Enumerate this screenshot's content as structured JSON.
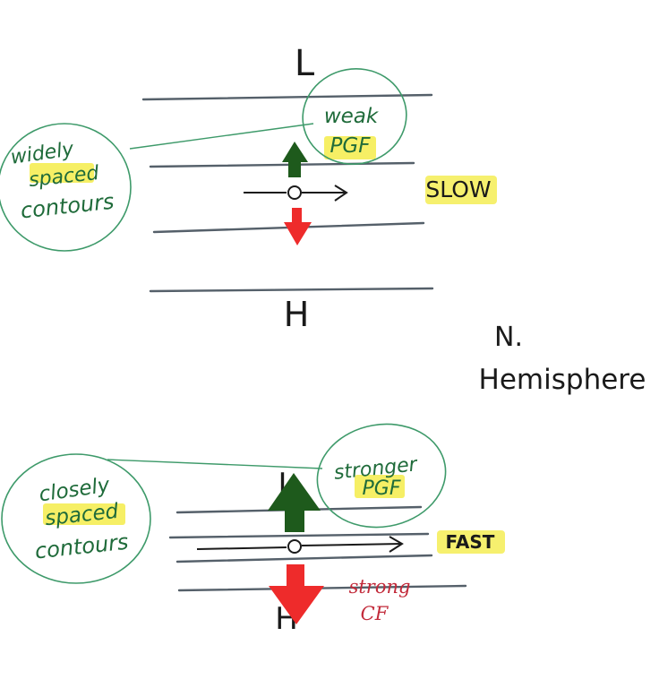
{
  "colors": {
    "contour": "#55606a",
    "ink": "#1a1a1a",
    "green_ink": "#1f6b3a",
    "green_arrow": "#1e5a1c",
    "red_arrow": "#ee2b2b",
    "red_ink": "#c22a3a",
    "highlight": "#f4ec4a",
    "circle": "#3e9a6a"
  },
  "top_diagram": {
    "low_label": "L",
    "high_label": "H",
    "pgf_label_line1": "weak",
    "pgf_label_line2": "PGF",
    "contour_note_line1": "widely",
    "contour_note_line2": "spaced",
    "contour_note_line3": "contours",
    "speed_label": "SLOW"
  },
  "bottom_diagram": {
    "low_label": "L",
    "high_label": "H",
    "pgf_label_line1": "stronger",
    "pgf_label_line2": "PGF",
    "cf_label_line1": "strong",
    "cf_label_line2": "CF",
    "contour_note_line1": "closely",
    "contour_note_line2": "spaced",
    "contour_note_line3": "contours",
    "speed_label": "FAST"
  },
  "hemisphere_label_line1": "N.",
  "hemisphere_label_line2": "Hemisphere",
  "icons": {
    "up_arrow": "pressure-gradient-force-arrow-icon",
    "down_arrow": "coriolis-force-arrow-icon",
    "wind_arrow": "wind-direction-arrow-icon"
  }
}
